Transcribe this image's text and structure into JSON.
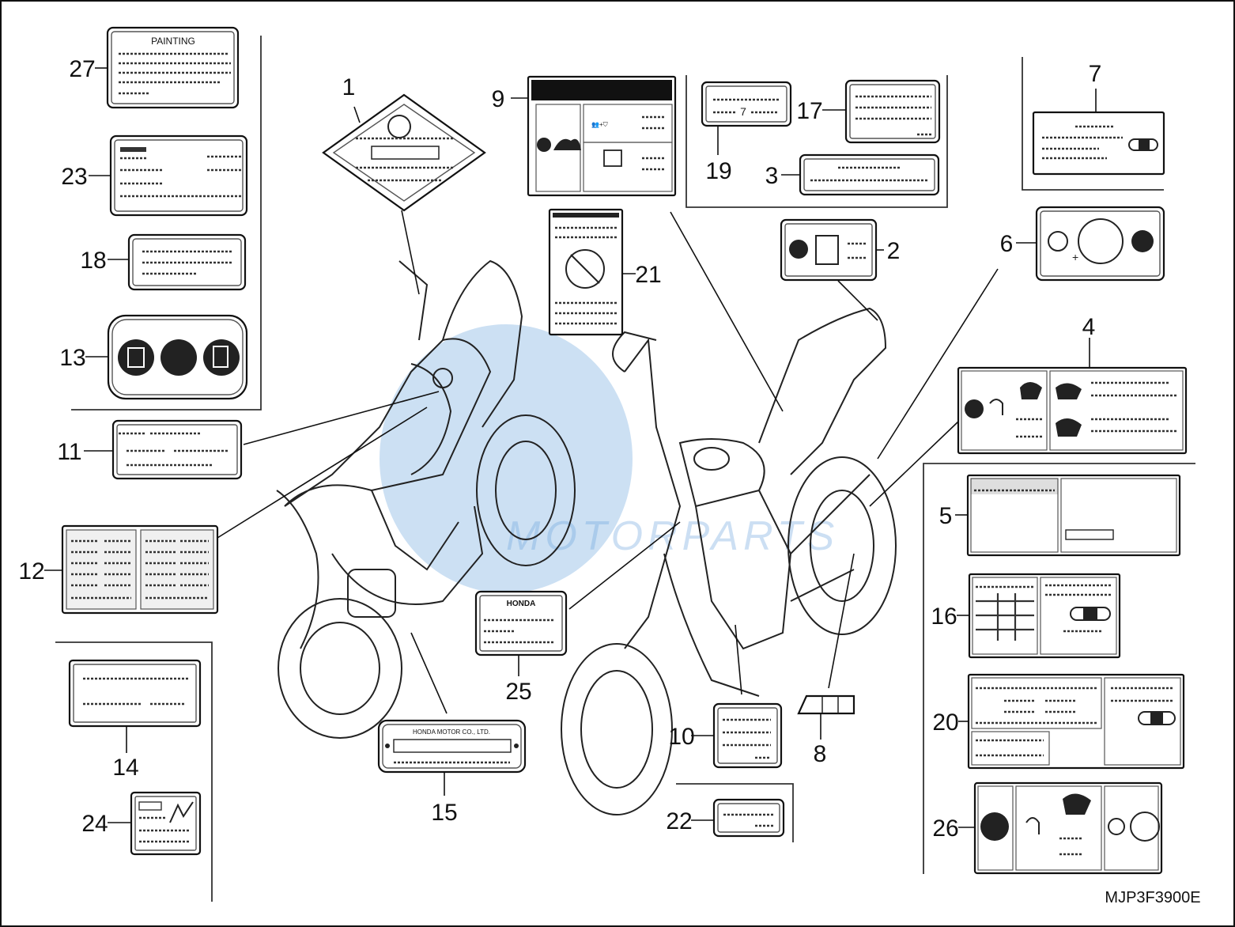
{
  "diagram": {
    "code": "MJP3F3900E",
    "callouts": [
      "1",
      "2",
      "3",
      "4",
      "5",
      "6",
      "7",
      "8",
      "9",
      "10",
      "11",
      "12",
      "13",
      "14",
      "15",
      "16",
      "17",
      "18",
      "19",
      "20",
      "21",
      "22",
      "23",
      "24",
      "25",
      "26",
      "27"
    ],
    "label_texts": {
      "painting": "PAINTING",
      "honda": "HONDA",
      "honda_motor": "HONDA MOTOR CO., LTD.",
      "spec_19": "7"
    },
    "watermark": {
      "text": "MOTORPARTS",
      "color": "#6ea6de"
    }
  }
}
